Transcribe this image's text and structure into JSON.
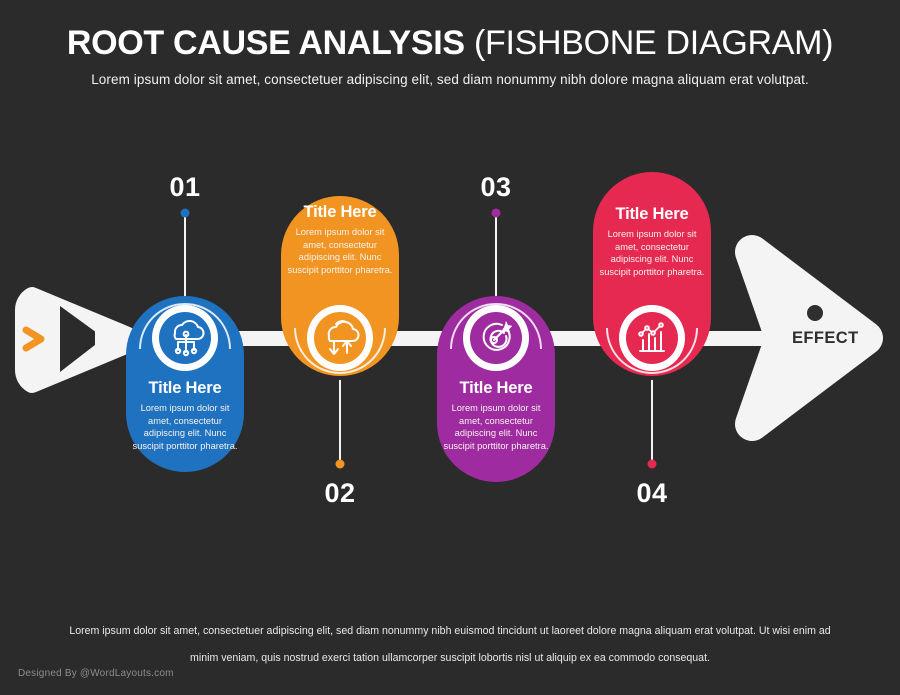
{
  "header": {
    "title_bold": "ROOT CAUSE ANALYSIS",
    "title_light": "(FISHBONE DIAGRAM)",
    "subtitle": "Lorem ipsum dolor sit amet, consectetuer adipiscing elit, sed diam nonummy nibh dolore magna aliquam erat volutpat."
  },
  "colors": {
    "background": "#2b2b2b",
    "spine": "#f4f4f4",
    "head": "#f4f4f4",
    "tail": "#f4f4f4",
    "tail_chevron": "#f29422",
    "blue": "#1f72c0",
    "orange": "#f29422",
    "purple": "#9f2ba0",
    "crimson": "#e62950",
    "text_light": "#ffffff"
  },
  "diagram": {
    "effect_label": "EFFECT",
    "bones": [
      {
        "number": "01",
        "title": "Title Here",
        "body": "Lorem ipsum dolor sit amet, consectetur adipiscing elit. Nunc suscipit porttitor pharetra.",
        "color": "#1f72c0",
        "icon": "cloud-circuit-icon",
        "position": "below"
      },
      {
        "number": "02",
        "title": "Title Here",
        "body": "Lorem ipsum dolor sit amet, consectetur adipiscing elit. Nunc suscipit porttitor pharetra.",
        "color": "#f29422",
        "icon": "cloud-sync-icon",
        "position": "above"
      },
      {
        "number": "03",
        "title": "Title Here",
        "body": "Lorem ipsum dolor sit amet, consectetur adipiscing elit. Nunc suscipit porttitor pharetra.",
        "color": "#9f2ba0",
        "icon": "target-arrow-icon",
        "position": "below"
      },
      {
        "number": "04",
        "title": "Title Here",
        "body": "Lorem ipsum dolor sit amet, consectetur adipiscing elit. Nunc suscipit porttitor pharetra.",
        "color": "#e62950",
        "icon": "bar-chart-icon",
        "position": "above"
      }
    ]
  },
  "footer": {
    "line1": "Lorem ipsum dolor sit amet, consectetuer adipiscing elit, sed diam nonummy nibh euismod tincidunt ut laoreet dolore magna aliquam erat volutpat. Ut wisi enim ad",
    "line2": "minim veniam, quis nostrud exerci tation ullamcorper suscipit lobortis nisl ut aliquip ex ea commodo consequat.",
    "credit": "Designed By @WordLayouts.com"
  }
}
